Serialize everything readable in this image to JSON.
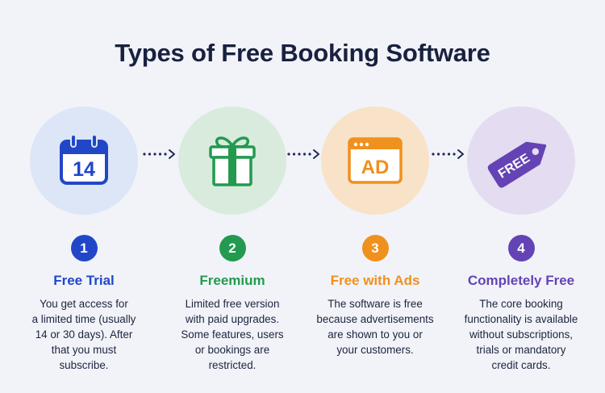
{
  "title": "Types of Free Booking Software",
  "steps": [
    {
      "number": "1",
      "label": "Free Trial",
      "icon": "calendar-icon",
      "icon_text": "14",
      "color": "#2147c8",
      "bg": "#dce6f6",
      "desc_lines": [
        "You get access for",
        "a limited time (usually",
        "14 or 30 days). After",
        "that you must",
        "subscribe."
      ]
    },
    {
      "number": "2",
      "label": "Freemium",
      "icon": "gift-icon",
      "color": "#239a4f",
      "bg": "#d9ebdd",
      "desc_lines": [
        "Limited free version",
        "with paid upgrades.",
        "Some features, users",
        "or bookings are",
        "restricted."
      ]
    },
    {
      "number": "3",
      "label": "Free with Ads",
      "icon": "ad-window-icon",
      "icon_text": "AD",
      "color": "#f0901e",
      "bg": "#f8e3c8",
      "desc_lines": [
        "The software is free",
        "because advertisements",
        "are shown to you or",
        "your customers."
      ]
    },
    {
      "number": "4",
      "label": "Completely Free",
      "icon": "price-tag-icon",
      "icon_text": "FREE",
      "color": "#6443b4",
      "bg": "#e4dcf0",
      "desc_lines": [
        "The core booking",
        "functionality is available",
        "without subscriptions,",
        "trials or mandatory",
        "credit cards."
      ]
    }
  ],
  "arrow_color": "#1f2a54"
}
